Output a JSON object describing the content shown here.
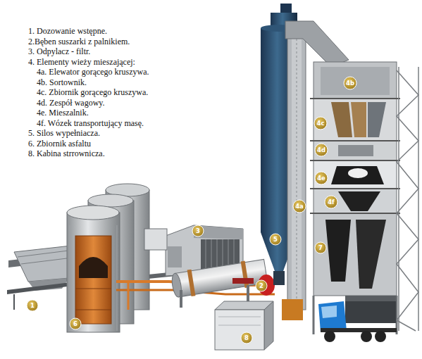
{
  "diagram": {
    "labels": [
      "1. Dozowanie wstępne.",
      "2.Bęben suszarki z palnikiem.",
      "3. Odpylacz - filtr.",
      "4. Elementy wieży mieszającej:",
      "4a. Elewator gorącego kruszywa.",
      "4b. Sortownik.",
      "4c. Zbiornik gorącego kruszywa.",
      "4d. Zespół wagowy.",
      "4e. Mieszalnik.",
      "4f. Wózek transportujący masę.",
      "5. Silos wypełniacza.",
      "6. Zbiornik asfaltu",
      "8. Kabina strrownicza.",
      "1",
      "2",
      "3",
      "4a",
      "4b",
      "4c",
      "4d",
      "4e",
      "4f",
      "5",
      "6",
      "7",
      "8"
    ]
  }
}
